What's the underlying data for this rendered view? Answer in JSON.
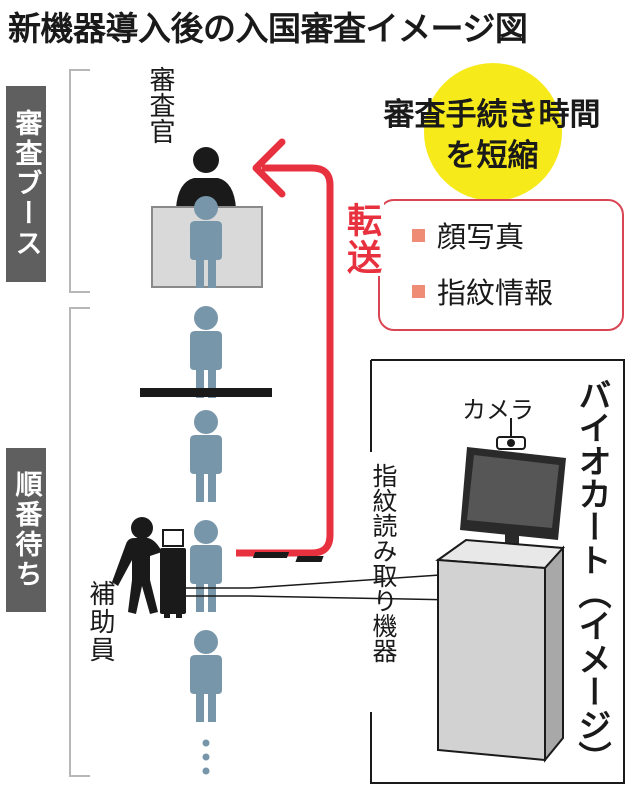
{
  "title": "新機器導入後の入国審査イメージ図",
  "sections": {
    "booth": "審査ブース",
    "queue": "順番待ち"
  },
  "labels": {
    "examiner": "審査官",
    "assistant": "補助員",
    "camera": "カメラ",
    "fingerprint_reader": "指紋読み取り機器",
    "biocart": "バイオカート（イメージ）"
  },
  "highlight": {
    "line1": "審査手続き時間",
    "line2": "を短縮"
  },
  "transfer": {
    "label": "転送",
    "items": [
      "顔写真",
      "指紋情報"
    ]
  },
  "colors": {
    "person": "#7896aa",
    "arrow": "#e8313e",
    "highlight": "#f7ea1a",
    "tab": "#5f5f5f"
  }
}
